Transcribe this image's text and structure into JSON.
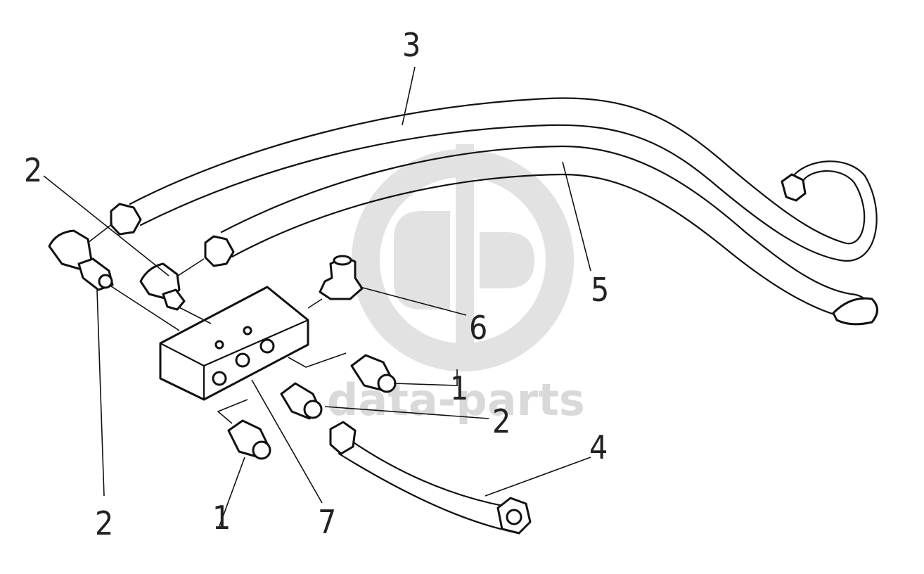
{
  "watermark": {
    "text": "data-parts",
    "color": "#d9d9d9"
  },
  "callouts": [
    {
      "id": "c3",
      "text": "3"
    },
    {
      "id": "c2a",
      "text": "2"
    },
    {
      "id": "c5",
      "text": "5"
    },
    {
      "id": "c6",
      "text": "6"
    },
    {
      "id": "c1a",
      "text": "1"
    },
    {
      "id": "c2b",
      "text": "2"
    },
    {
      "id": "c4",
      "text": "4"
    },
    {
      "id": "c2c",
      "text": "2"
    },
    {
      "id": "c1b",
      "text": "1"
    },
    {
      "id": "c7",
      "text": "7"
    }
  ],
  "parts": [
    {
      "name": "plug",
      "callout": "1"
    },
    {
      "name": "adapter-fitting",
      "callout": "2"
    },
    {
      "name": "hose-long-upper",
      "callout": "3"
    },
    {
      "name": "hose-short",
      "callout": "4"
    },
    {
      "name": "hose-long-lower",
      "callout": "5"
    },
    {
      "name": "elbow-fitting",
      "callout": "6"
    },
    {
      "name": "distribution-block",
      "callout": "7"
    }
  ]
}
